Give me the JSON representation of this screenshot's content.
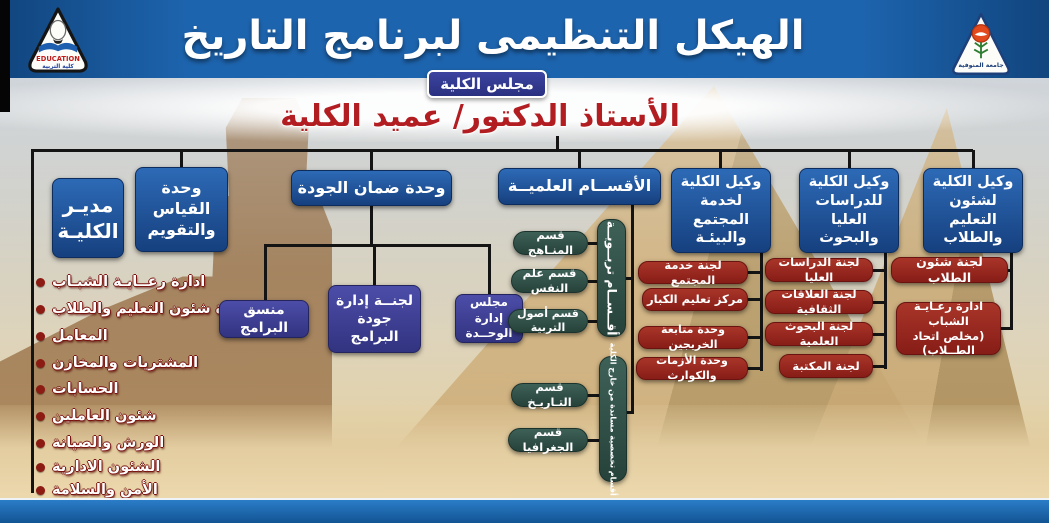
{
  "banner": {
    "title": "الهيكل التنظيمى لبرنامج التاريخ"
  },
  "badge": {
    "label": "مجلس الكلية"
  },
  "dean": {
    "label": "الأستاذ الدكتور/ عميد الكلية"
  },
  "logo_left": {
    "line1": "EDUCATION",
    "line2": "كلية التربية"
  },
  "logo_right": {
    "label": "جامعة المنوفية"
  },
  "boxes": {
    "director": "مديـر\nالكليـة",
    "measurement": "وحدة القياس\nوالتقويم",
    "quality": "وحدة ضمان الجودة",
    "departments": "الأقســام العلميــة",
    "community": "وكيل الكلية\nلخدمة المجتمع\nوالبيئـة",
    "graduate": "وكيل الكلية\nللدراسات العليا\nوالبحوث",
    "education": "وكيل الكلية\nلشئون التعليم\nوالطلاب"
  },
  "director_departments": [
    "ادارة رعــايـة الشبـاب",
    "ادارة شئون التعليم والطلاب",
    "المعامل",
    "المشتريات والمخازن",
    "الحسابات",
    "شئون العاملين",
    "الورش والصيانة",
    "الشئون الادارية",
    "الأمن والسلامة"
  ],
  "quality_children": {
    "coordinator": "منسق البرامج",
    "committee": "لجنــة إدارة\nجودة البرامج",
    "board": "مجلس إدارة\nالوحــدة"
  },
  "departments_children": {
    "educational_label": "أقــســام تربــويــة",
    "educational": [
      "قسم المنـاهج",
      "قسم علم النفس",
      "قسم أصول التربية"
    ],
    "specialized_label": "أقسام تخصصية مساندة من خارج الكلية",
    "specialized": [
      "قسم التـاريـخ",
      "قسم الجغرافيا"
    ]
  },
  "community_children": [
    "لجنة خدمة المجتمع",
    "مركز تعليم الكبار",
    "وحدة متابعة الخريجين",
    "وحدة الأزمات والكوارث"
  ],
  "graduate_children": [
    "لجنة الدراسات العليا",
    "لجنة العلاقات الثقافية",
    "لجنة البحوث العلمية",
    "لجنة المكتبة"
  ],
  "education_children": [
    "لجنة شئون الطلاب",
    "ادارة رعـايـة الشباب\n(مخلص اتحاد الطــلاب)"
  ],
  "colors": {
    "banner_blue": "#1d64ae",
    "node_blue": "#1c4f9c",
    "node_red": "#9b2420",
    "node_indigo": "#3c3f90",
    "node_teal": "#2e4f47",
    "dean_red": "#b21d22",
    "footer_blue": "#1a6ab3",
    "line_black": "#141414"
  }
}
